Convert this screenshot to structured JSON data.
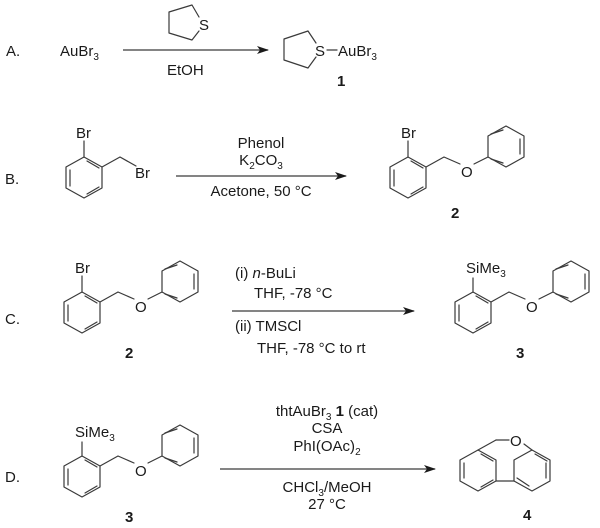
{
  "scheme": {
    "steps": [
      {
        "label": "A.",
        "reactant": {
          "text": "AuBr",
          "subscript": "3"
        },
        "reagent_above": {
          "structure": "tetrahydrothiophene",
          "atom": "S"
        },
        "conditions_below": [
          "EtOH"
        ],
        "product": {
          "atom": "S",
          "ligand": "AuBr",
          "ligand_sub": "3",
          "compound_number": "1"
        }
      },
      {
        "label": "B.",
        "reactant": {
          "structure": "2-bromobenzyl bromide",
          "atoms": [
            "Br",
            "Br"
          ]
        },
        "conditions_above": [
          "Phenol",
          {
            "text": "K",
            "sub": "2",
            "text2": "CO",
            "sub2": "3"
          }
        ],
        "conditions_below": [
          "Acetone, 50 °C"
        ],
        "product": {
          "structure": "2-bromobenzyl phenyl ether",
          "atoms": [
            "Br",
            "O"
          ],
          "compound_number": "2"
        }
      },
      {
        "label": "C.",
        "reactant": {
          "structure": "2-bromobenzyl phenyl ether",
          "atoms": [
            "Br",
            "O"
          ],
          "compound_number": "2"
        },
        "conditions_above": [
          {
            "prefix": "(i) ",
            "italic": "n",
            "rest": "-BuLi"
          },
          "THF, -78 °C"
        ],
        "conditions_below": [
          "(ii) TMSCl",
          "THF, -78 °C to rt"
        ],
        "product": {
          "structure": "2-(trimethylsilyl)benzyl phenyl ether",
          "atoms": [
            "SiMe",
            "O"
          ],
          "sub": "3",
          "compound_number": "3"
        }
      },
      {
        "label": "D.",
        "reactant": {
          "structure": "2-(trimethylsilyl)benzyl phenyl ether",
          "atoms": [
            "SiMe",
            "O"
          ],
          "sub": "3",
          "compound_number": "3"
        },
        "conditions_above": [
          {
            "text": "thtAuBr",
            "sub": "3",
            "bold": " 1",
            "rest": " (cat)"
          },
          "CSA",
          {
            "text": "PhI(OAc)",
            "sub": "2"
          }
        ],
        "conditions_below": [
          {
            "text": "CHCl",
            "sub": "3",
            "rest": "/MeOH"
          },
          "27 °C"
        ],
        "product": {
          "structure": "6H-benzo[c]chromene",
          "atoms": [
            "O"
          ],
          "compound_number": "4"
        }
      }
    ]
  }
}
